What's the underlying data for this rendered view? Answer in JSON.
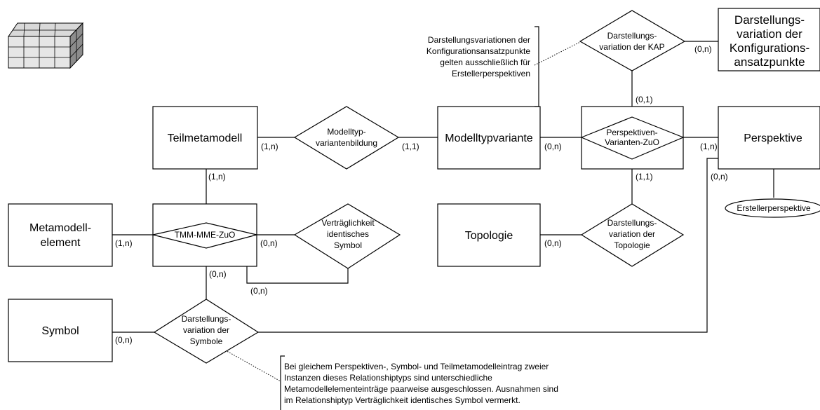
{
  "entities": {
    "teilmetamodell": "Teilmetamodell",
    "modelltypvariante": "Modelltypvariante",
    "perspektive": "Perspektive",
    "metamodellelement": [
      "Metamodell-",
      "element"
    ],
    "topologie": "Topologie",
    "symbol": "Symbol",
    "darstellungsvariation_kap": [
      "Darstellungs-",
      "variation der",
      "Konfigurations-",
      "ansatzpunkte"
    ]
  },
  "relationships": {
    "modelltypvariantenbildung": [
      "Modelltyp-",
      "variantenbildung"
    ],
    "perspektiven_varianten_zuo": [
      "Perspektiven-",
      "Varianten-ZuO"
    ],
    "darstellungsvariation_der_kap": [
      "Darstellungs-",
      "variation der KAP"
    ],
    "tmm_mme_zuo": "TMM-MME-ZuO",
    "vertraeglichkeit": [
      "Verträglichkeit",
      "identisches",
      "Symbol"
    ],
    "darstellungsvariation_topologie": [
      "Darstellungs-",
      "variation der",
      "Topologie"
    ],
    "darstellungsvariation_symbole": [
      "Darstellungs-",
      "variation der",
      "Symbole"
    ]
  },
  "attribute": {
    "erstellerperspektive": "Erstellerperspektive"
  },
  "cardinalities": {
    "teil_modelltyp": "(1,n)",
    "modelltyp_left": "(1,1)",
    "modelltyp_right": "(0,n)",
    "perspektive_left": "(1,n)",
    "kap_top": "(0,1)",
    "kap_right": "(0,n)",
    "teil_down": "(1,n)",
    "pvz_down": "(1,1)",
    "perspektive_down": "(0,n)",
    "meta_right": "(1,n)",
    "tmm_right": "(0,n)",
    "topologie_right": "(0,n)",
    "tmm_down": "(0,n)",
    "tmm_loop": "(0,n)",
    "symbol_right": "(0,n)"
  },
  "notes": {
    "kap_note": [
      "Darstellungsvariationen der",
      "Konfigurationsansatzpunkte",
      "gelten ausschließlich für",
      "Erstellerperspektiven"
    ],
    "bottom_note": [
      "Bei gleichem Perspektiven-, Symbol- und Teilmetamodelleintrag zweier",
      "Instanzen dieses Relationshiptyps sind unterschiedliche",
      "Metamodellelementeinträge paarweise ausgeschlossen. Ausnahmen sind",
      "im Relationshiptyp Verträglichkeit identisches Symbol vermerkt."
    ]
  },
  "icons": {
    "cube": "cube-grid-icon"
  }
}
